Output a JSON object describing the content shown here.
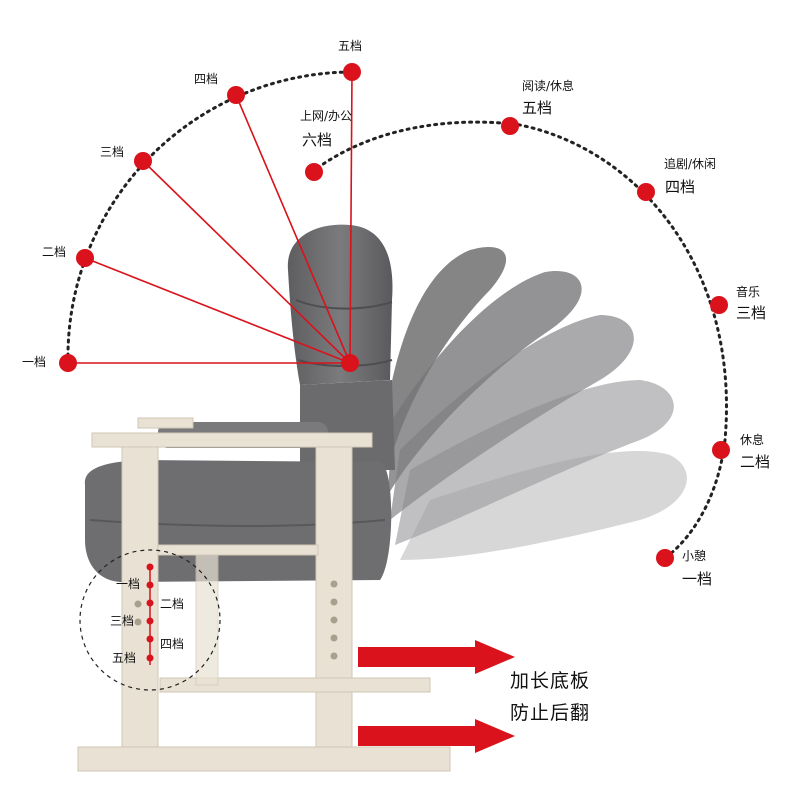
{
  "colors": {
    "dot": "#d9121b",
    "arrow": "#d9121b",
    "line": "#d9121b",
    "dotted": "#222222",
    "wood": "#e8e0d2",
    "fabric": "#6f6f72"
  },
  "left_arc_labels": {
    "g1": "一档",
    "g2": "二档",
    "g3": "三档",
    "g4": "四档",
    "g5": "五档"
  },
  "right_arc_labels": {
    "g1_mode": "小憩",
    "g1": "一档",
    "g2_mode": "休息",
    "g2": "二档",
    "g3_mode": "音乐",
    "g3": "三档",
    "g4_mode": "追剧/休闲",
    "g4": "四档",
    "g5_mode": "阅读/休息",
    "g5": "五档",
    "g6_mode": "上网/办公",
    "g6": "六档"
  },
  "height_labels": {
    "h1": "一档",
    "h2": "二档",
    "h3": "三档",
    "h4": "四档",
    "h5": "五档"
  },
  "caption": {
    "line1": "加长底板",
    "line2": "防止后翻"
  },
  "icons": {
    "arrow_top": "right-arrow-icon",
    "arrow_bottom": "right-arrow-icon"
  }
}
